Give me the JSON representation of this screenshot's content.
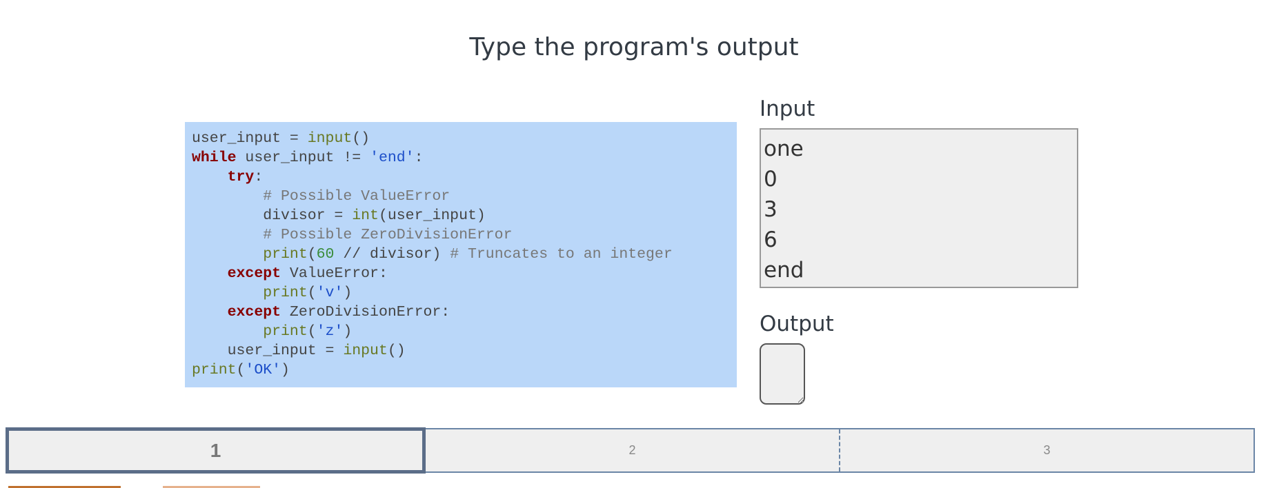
{
  "title": "Type the program's output",
  "code": {
    "lines": [
      [
        {
          "t": "user_input = ",
          "c": ""
        },
        {
          "t": "input",
          "c": "bi"
        },
        {
          "t": "()",
          "c": ""
        }
      ],
      [
        {
          "t": "while",
          "c": "kw"
        },
        {
          "t": " user_input != ",
          "c": ""
        },
        {
          "t": "'end'",
          "c": "str"
        },
        {
          "t": ":",
          "c": ""
        }
      ],
      [
        {
          "t": "    ",
          "c": ""
        },
        {
          "t": "try",
          "c": "kw"
        },
        {
          "t": ":",
          "c": ""
        }
      ],
      [
        {
          "t": "        ",
          "c": ""
        },
        {
          "t": "# Possible ValueError",
          "c": "cm"
        }
      ],
      [
        {
          "t": "        divisor = ",
          "c": ""
        },
        {
          "t": "int",
          "c": "bi"
        },
        {
          "t": "(user_input)",
          "c": ""
        }
      ],
      [
        {
          "t": "        ",
          "c": ""
        },
        {
          "t": "# Possible ZeroDivisionError",
          "c": "cm"
        }
      ],
      [
        {
          "t": "        ",
          "c": ""
        },
        {
          "t": "print",
          "c": "bi"
        },
        {
          "t": "(",
          "c": ""
        },
        {
          "t": "60",
          "c": "num"
        },
        {
          "t": " // divisor) ",
          "c": ""
        },
        {
          "t": "# Truncates to an integer",
          "c": "cm"
        }
      ],
      [
        {
          "t": "    ",
          "c": ""
        },
        {
          "t": "except",
          "c": "kw"
        },
        {
          "t": " ValueError:",
          "c": ""
        }
      ],
      [
        {
          "t": "        ",
          "c": ""
        },
        {
          "t": "print",
          "c": "bi"
        },
        {
          "t": "(",
          "c": ""
        },
        {
          "t": "'v'",
          "c": "str"
        },
        {
          "t": ")",
          "c": ""
        }
      ],
      [
        {
          "t": "    ",
          "c": ""
        },
        {
          "t": "except",
          "c": "kw"
        },
        {
          "t": " ZeroDivisionError:",
          "c": ""
        }
      ],
      [
        {
          "t": "        ",
          "c": ""
        },
        {
          "t": "print",
          "c": "bi"
        },
        {
          "t": "(",
          "c": ""
        },
        {
          "t": "'z'",
          "c": "str"
        },
        {
          "t": ")",
          "c": ""
        }
      ],
      [
        {
          "t": "    user_input = ",
          "c": ""
        },
        {
          "t": "input",
          "c": "bi"
        },
        {
          "t": "()",
          "c": ""
        }
      ],
      [
        {
          "t": "print",
          "c": "bi"
        },
        {
          "t": "(",
          "c": ""
        },
        {
          "t": "'OK'",
          "c": "str"
        },
        {
          "t": ")",
          "c": ""
        }
      ]
    ]
  },
  "input_section": {
    "label": "Input",
    "lines": [
      "one",
      "0",
      "3",
      "6",
      "end"
    ]
  },
  "output_section": {
    "label": "Output",
    "value": ""
  },
  "steps": [
    {
      "label": "1",
      "active": true
    },
    {
      "label": "2",
      "active": false
    },
    {
      "label": "3",
      "active": false
    }
  ],
  "colors": {
    "code_background": "#bad7f9",
    "keyword": "#880000",
    "builtin": "#687822",
    "string": "#1c4ec9",
    "number": "#3a8c3a",
    "comment": "#777777",
    "stepper_border": "#6a85a6",
    "primary_button": "#c0712f",
    "secondary_button": "#e6b18c"
  }
}
